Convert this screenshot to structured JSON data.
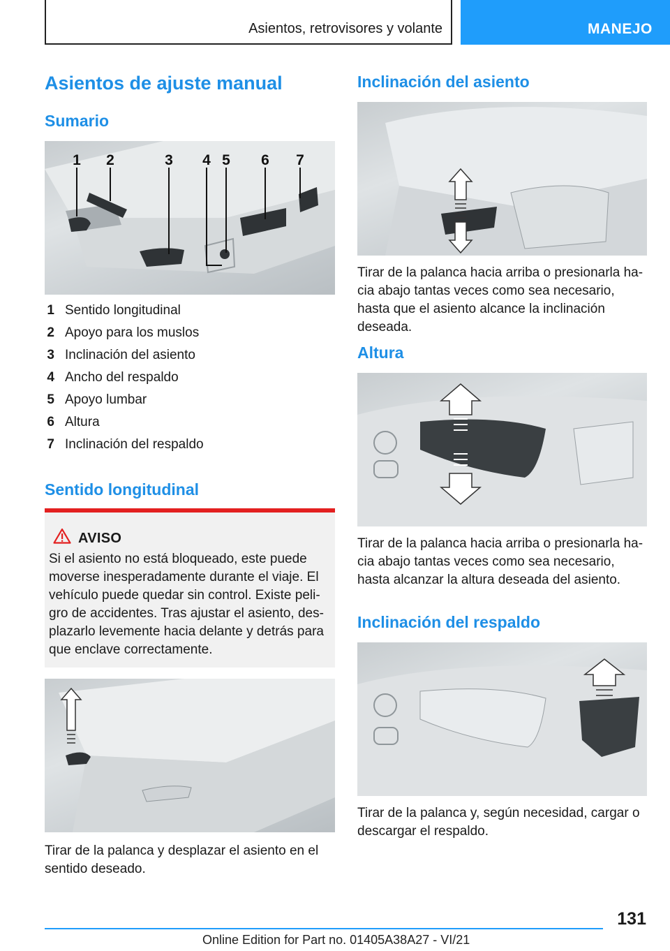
{
  "header": {
    "chapter_title": "Asientos, retrovisores y volante",
    "section_tab": "MANEJO"
  },
  "left": {
    "title": "Asientos de ajuste manual",
    "summary_heading": "Sumario",
    "legend": [
      {
        "num": "1",
        "label": "Sentido longitudinal"
      },
      {
        "num": "2",
        "label": "Apoyo para los muslos"
      },
      {
        "num": "3",
        "label": "Inclinación del asiento"
      },
      {
        "num": "4",
        "label": "Ancho del respaldo"
      },
      {
        "num": "5",
        "label": "Apoyo lumbar"
      },
      {
        "num": "6",
        "label": "Altura"
      },
      {
        "num": "7",
        "label": "Inclinación del respaldo"
      }
    ],
    "callout_numbers": [
      "1",
      "2",
      "3",
      "4",
      "5",
      "6",
      "7"
    ],
    "longitudinal_heading": "Sentido longitudinal",
    "warning": {
      "title": "AVISO",
      "text": "Si el asiento no está bloqueado, este puede moverse inesperadamente durante el viaje. El vehículo puede quedar sin control. Existe peli­gro de accidentes. Tras ajustar el asiento, des­plazarlo levemente hacia delante y detrás para que enclave correctamente."
    },
    "longitudinal_text": "Tirar de la palanca y desplazar el asiento en el sentido deseado."
  },
  "right": {
    "tilt_heading": "Inclinación del asiento",
    "tilt_text": "Tirar de la palanca hacia arriba o presionarla ha­cia abajo tantas veces como sea necesario, hasta que el asiento alcance la inclinación deseada.",
    "height_heading": "Altura",
    "height_text": "Tirar de la palanca hacia arriba o presionarla ha­cia abajo tantas veces como sea necesario, hasta alcanzar la altura deseada del asiento.",
    "backrest_heading": "Inclinación del respaldo",
    "backrest_text": "Tirar de la palanca y, según necesidad, cargar o descargar el respaldo."
  },
  "footer": {
    "page_number": "131",
    "edition": "Online Edition for Part no. 01405A38A27 - VI/21"
  },
  "colors": {
    "accent": "#1f9dfb",
    "heading": "#1e8fe6",
    "warning": "#e32020"
  }
}
